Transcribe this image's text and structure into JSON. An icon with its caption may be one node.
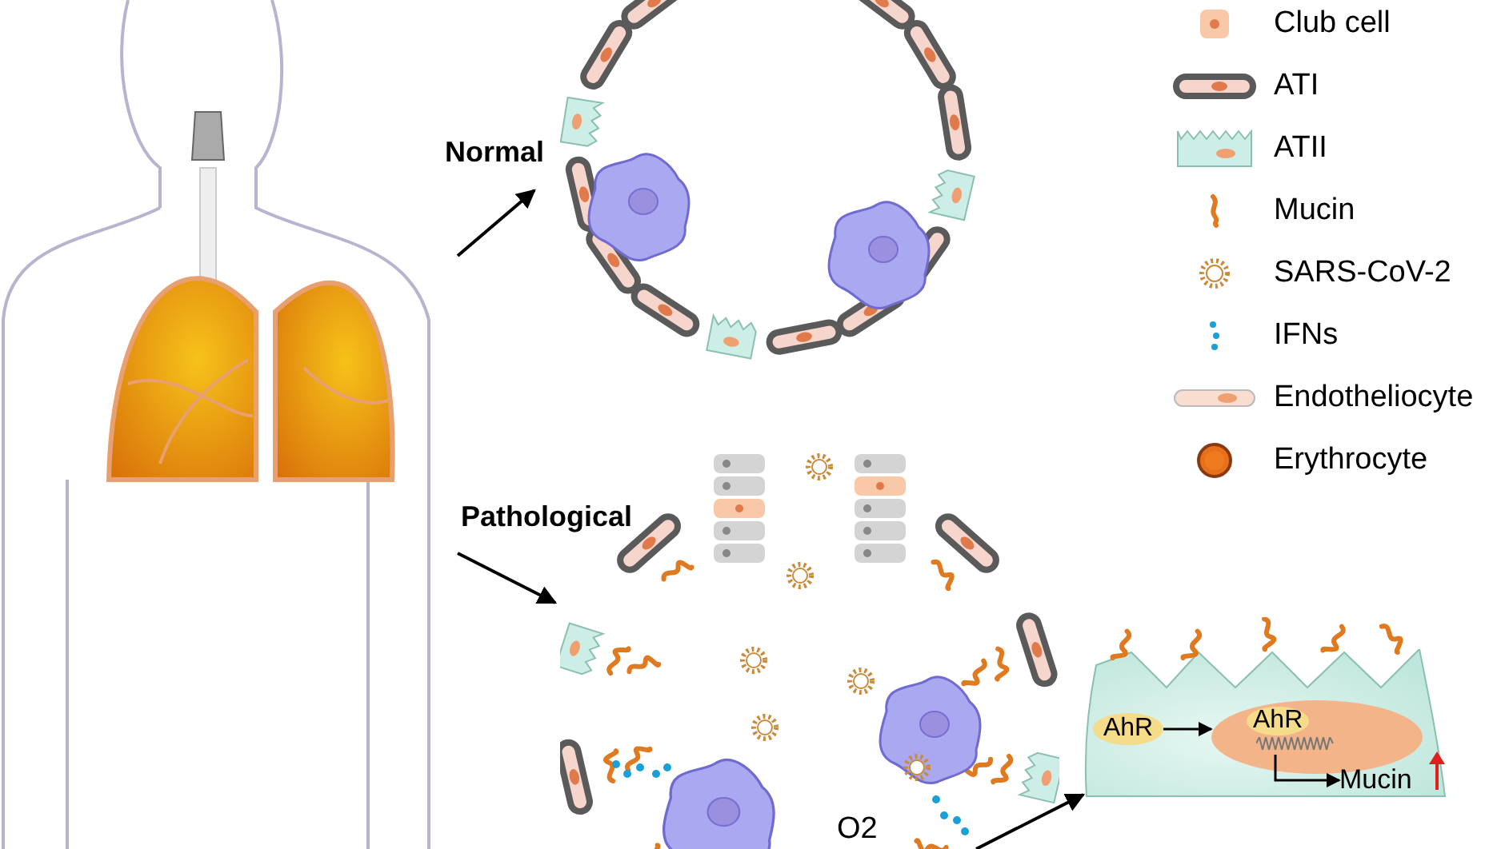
{
  "diagram": {
    "nodes": [
      {
        "text": [],
        "shape": "picture"
      },
      {
        "text": [],
        "shape": "picture"
      },
      {
        "text": [],
        "shape": "picture"
      },
      {
        "text": [],
        "shape": "picture"
      },
      {
        "text": [
          "AhR"
        ],
        "in": 3
      },
      {
        "text": [
          "AhR"
        ],
        "in": 3
      },
      {
        "text": [
          "Mucin"
        ],
        "in": 3
      }
    ],
    "edges": [
      {
        "from": 0,
        "to": 1,
        "arrow": "to",
        "label": "Normal"
      },
      {
        "from": 0,
        "to": 2,
        "arrow": "to",
        "label": "Pathological"
      },
      {
        "from": 2,
        "to": 3,
        "arrow": "to"
      },
      {
        "from": 4,
        "to": 5,
        "arrow": "to"
      },
      {
        "from": 5,
        "to": 6,
        "arrow": "to"
      }
    ],
    "labels": [
      "O2"
    ],
    "legend": [
      {
        "text": "Club cell"
      },
      {
        "text": "ATI"
      },
      {
        "text": "ATII"
      },
      {
        "text": "Mucin"
      },
      {
        "text": "SARS-CoV-2"
      },
      {
        "text": "IFNs"
      },
      {
        "text": "Endotheliocyte"
      },
      {
        "text": "Erythrocyte"
      }
    ]
  }
}
